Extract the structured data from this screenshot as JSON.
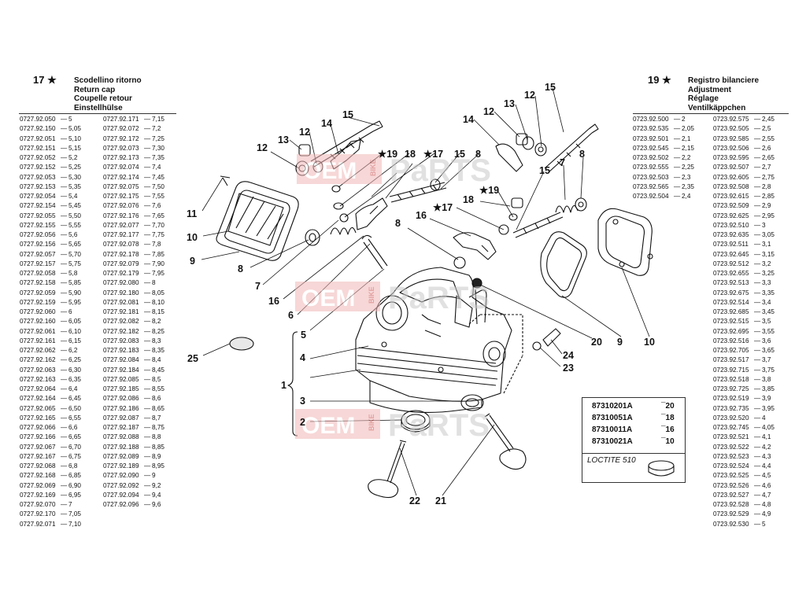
{
  "left_header": {
    "ref": "17",
    "mark": "★",
    "lines": [
      "Scodellino ritorno",
      "Return cap",
      "Coupelle retour",
      "Einstellhülse"
    ]
  },
  "right_header": {
    "ref": "19",
    "mark": "★",
    "lines": [
      "Registro bilanciere",
      "Adjustment",
      "Réglage",
      "Ventilkäppchen"
    ]
  },
  "left_col1": [
    [
      "0727.92.050",
      "5"
    ],
    [
      "0727.92.150",
      "5,05"
    ],
    [
      "0727.92.051",
      "5,10"
    ],
    [
      "0727.92.151",
      "5,15"
    ],
    [
      "0727.92.052",
      "5,2"
    ],
    [
      "0727.92.152",
      "5,25"
    ],
    [
      "0727.92.053",
      "5,30"
    ],
    [
      "0727.92.153",
      "5,35"
    ],
    [
      "0727.92.054",
      "5,4"
    ],
    [
      "0727.92.154",
      "5,45"
    ],
    [
      "0727.92.055",
      "5,50"
    ],
    [
      "0727.92.155",
      "5,55"
    ],
    [
      "0727.92.056",
      "5,6"
    ],
    [
      "0727.92.156",
      "5,65"
    ],
    [
      "0727.92.057",
      "5,70"
    ],
    [
      "0727.92.157",
      "5,75"
    ],
    [
      "0727.92.058",
      "5,8"
    ],
    [
      "0727.92.158",
      "5,85"
    ],
    [
      "0727.92.059",
      "5,90"
    ],
    [
      "0727.92.159",
      "5,95"
    ],
    [
      "0727.92.060",
      "6"
    ],
    [
      "0727.92.160",
      "6,05"
    ],
    [
      "0727.92.061",
      "6,10"
    ],
    [
      "0727.92.161",
      "6,15"
    ],
    [
      "0727.92.062",
      "6,2"
    ],
    [
      "0727.92.162",
      "6,25"
    ],
    [
      "0727.92.063",
      "6,30"
    ],
    [
      "0727.92.163",
      "6,35"
    ],
    [
      "0727.92.064",
      "6,4"
    ],
    [
      "0727.92.164",
      "6,45"
    ],
    [
      "0727.92.065",
      "6,50"
    ],
    [
      "0727.92.165",
      "6,55"
    ],
    [
      "0727.92.066",
      "6,6"
    ],
    [
      "0727.92.166",
      "6,65"
    ],
    [
      "0727.92.067",
      "6,70"
    ],
    [
      "0727.92.167",
      "6,75"
    ],
    [
      "0727.92.068",
      "6,8"
    ],
    [
      "0727.92.168",
      "6,85"
    ],
    [
      "0727.92.069",
      "6,90"
    ],
    [
      "0727.92.169",
      "6,95"
    ],
    [
      "0727.92.070",
      "7"
    ],
    [
      "0727.92.170",
      "7,05"
    ],
    [
      "0727.92.071",
      "7,10"
    ]
  ],
  "left_col2": [
    [
      "0727.92.171",
      "7,15"
    ],
    [
      "0727.92.072",
      "7,2"
    ],
    [
      "0727.92.172",
      "7,25"
    ],
    [
      "0727.92.073",
      "7,30"
    ],
    [
      "0727.92.173",
      "7,35"
    ],
    [
      "0727.92.074",
      "7,4"
    ],
    [
      "0727.92.174",
      "7,45"
    ],
    [
      "0727.92.075",
      "7,50"
    ],
    [
      "0727.92.175",
      "7,55"
    ],
    [
      "0727.92.076",
      "7,6"
    ],
    [
      "0727.92.176",
      "7,65"
    ],
    [
      "0727.92.077",
      "7,70"
    ],
    [
      "0727.92.177",
      "7,75"
    ],
    [
      "0727.92.078",
      "7,8"
    ],
    [
      "0727.92.178",
      "7,85"
    ],
    [
      "0727.92.079",
      "7,90"
    ],
    [
      "0727.92.179",
      "7,95"
    ],
    [
      "0727.92.080",
      "8"
    ],
    [
      "0727.92.180",
      "8,05"
    ],
    [
      "0727.92.081",
      "8,10"
    ],
    [
      "0727.92.181",
      "8,15"
    ],
    [
      "0727.92.082",
      "8,2"
    ],
    [
      "0727.92.182",
      "8,25"
    ],
    [
      "0727.92.083",
      "8,3"
    ],
    [
      "0727.92.183",
      "8,35"
    ],
    [
      "0727.92.084",
      "8,4"
    ],
    [
      "0727.92.184",
      "8,45"
    ],
    [
      "0727.92.085",
      "8,5"
    ],
    [
      "0727.92.185",
      "8,55"
    ],
    [
      "0727.92.086",
      "8,6"
    ],
    [
      "0727.92.186",
      "8,65"
    ],
    [
      "0727.92.087",
      "8,7"
    ],
    [
      "0727.92.187",
      "8,75"
    ],
    [
      "0727.92.088",
      "8,8"
    ],
    [
      "0727.92.188",
      "8,85"
    ],
    [
      "0727.92.089",
      "8,9"
    ],
    [
      "0727.92.189",
      "8,95"
    ],
    [
      "0727.92.090",
      "9"
    ],
    [
      "0727.92.092",
      "9,2"
    ],
    [
      "0727.92.094",
      "9,4"
    ],
    [
      "0727.92.096",
      "9,6"
    ]
  ],
  "right_col1": [
    [
      "0723.92.500",
      "2"
    ],
    [
      "0723.92.535",
      "2,05"
    ],
    [
      "0723.92.501",
      "2,1"
    ],
    [
      "0723.92.545",
      "2,15"
    ],
    [
      "0723.92.502",
      "2,2"
    ],
    [
      "0723.92.555",
      "2,25"
    ],
    [
      "0723.92.503",
      "2,3"
    ],
    [
      "0723.92.565",
      "2,35"
    ],
    [
      "0723.92.504",
      "2,4"
    ]
  ],
  "right_col2": [
    [
      "0723.92.575",
      "2,45"
    ],
    [
      "0723.92.505",
      "2,5"
    ],
    [
      "0723.92.585",
      "2,55"
    ],
    [
      "0723.92.506",
      "2,6"
    ],
    [
      "0723.92.595",
      "2,65"
    ],
    [
      "0723.92.507",
      "2,7"
    ],
    [
      "0723.92.605",
      "2,75"
    ],
    [
      "0723.92.508",
      "2,8"
    ],
    [
      "0723.92.615",
      "2,85"
    ],
    [
      "0723.92.509",
      "2,9"
    ],
    [
      "0723.92.625",
      "2,95"
    ],
    [
      "0723.92.510",
      "3"
    ],
    [
      "0723.92.635",
      "3,05"
    ],
    [
      "0723.92.511",
      "3,1"
    ],
    [
      "0723.92.645",
      "3,15"
    ],
    [
      "0723.92.512",
      "3,2"
    ],
    [
      "0723.92.655",
      "3,25"
    ],
    [
      "0723.92.513",
      "3,3"
    ],
    [
      "0723.92.675",
      "3,35"
    ],
    [
      "0723.92.514",
      "3,4"
    ],
    [
      "0723.92.685",
      "3,45"
    ],
    [
      "0723.92.515",
      "3,5"
    ],
    [
      "0723.92.695",
      "3,55"
    ],
    [
      "0723.92.516",
      "3,6"
    ],
    [
      "0723.92.705",
      "3,65"
    ],
    [
      "0723.92.517",
      "3,7"
    ],
    [
      "0723.92.715",
      "3,75"
    ],
    [
      "0723.92.518",
      "3,8"
    ],
    [
      "0723.92.725",
      "3,85"
    ],
    [
      "0723.92.519",
      "3,9"
    ],
    [
      "0723.92.735",
      "3,95"
    ],
    [
      "0723.92.520",
      "4"
    ],
    [
      "0723.92.745",
      "4,05"
    ],
    [
      "0723.92.521",
      "4,1"
    ],
    [
      "0723.92.522",
      "4,2"
    ],
    [
      "0723.92.523",
      "4,3"
    ],
    [
      "0723.92.524",
      "4,4"
    ],
    [
      "0723.92.525",
      "4,5"
    ],
    [
      "0723.92.526",
      "4,6"
    ],
    [
      "0723.92.527",
      "4,7"
    ],
    [
      "0723.92.528",
      "4,8"
    ],
    [
      "0723.92.529",
      "4,9"
    ],
    [
      "0723.92.530",
      "5"
    ]
  ],
  "kit": {
    "rows": [
      {
        "code": "87310201A",
        "size": "¯20"
      },
      {
        "code": "87310051A",
        "size": "¯18"
      },
      {
        "code": "87310011A",
        "size": "¯16"
      },
      {
        "code": "87310021A",
        "size": "¯10"
      }
    ],
    "loctite": "LOCTITE 510"
  },
  "watermark": {
    "oem": "OEM",
    "bike": "BIKE",
    "parts": "PaRTS"
  },
  "callouts": {
    "c1": "1",
    "c2": "2",
    "c3": "3",
    "c4": "4",
    "c5": "5",
    "c6": "6",
    "c7": "7",
    "c7b": "7",
    "c8a": "8",
    "c8b": "8",
    "c8c": "8",
    "c8d": "8",
    "c9": "9",
    "c9b": "9",
    "c10": "10",
    "c10b": "10",
    "c11": "11",
    "c12a": "12",
    "c12b": "12",
    "c12c": "12",
    "c12d": "12",
    "c13a": "13",
    "c13b": "13",
    "c14a": "14",
    "c14b": "14",
    "c15a": "15",
    "c15b": "15",
    "c15c": "15",
    "c15d": "15",
    "c16a": "16",
    "c16b": "16",
    "c17a": "★17",
    "c17b": "★17",
    "c18a": "18",
    "c18b": "18",
    "c19a": "★19",
    "c19b": "★19",
    "c20": "20",
    "c21": "21",
    "c22": "22",
    "c23": "23",
    "c24": "24",
    "c25": "25"
  }
}
